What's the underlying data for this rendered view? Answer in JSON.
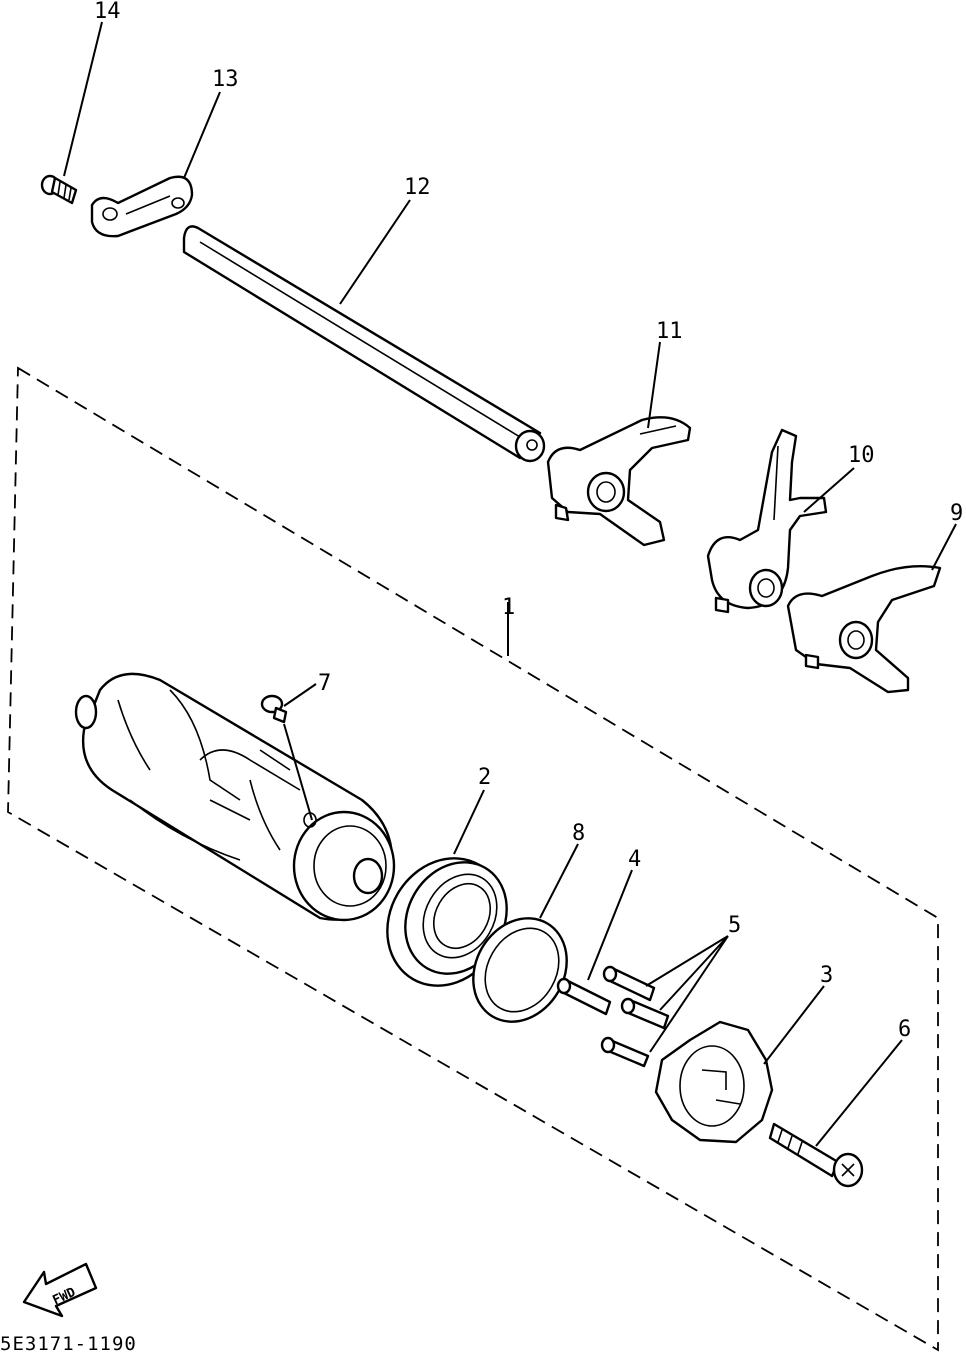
{
  "diagram": {
    "callouts": {
      "c1": "1",
      "c2": "2",
      "c3": "3",
      "c4": "4",
      "c5": "5",
      "c6": "6",
      "c7": "7",
      "c8": "8",
      "c9": "9",
      "c10": "10",
      "c11": "11",
      "c12": "12",
      "c13": "13",
      "c14": "14"
    },
    "fwd_label": "FWD",
    "part_code": "5E3171-1190"
  }
}
